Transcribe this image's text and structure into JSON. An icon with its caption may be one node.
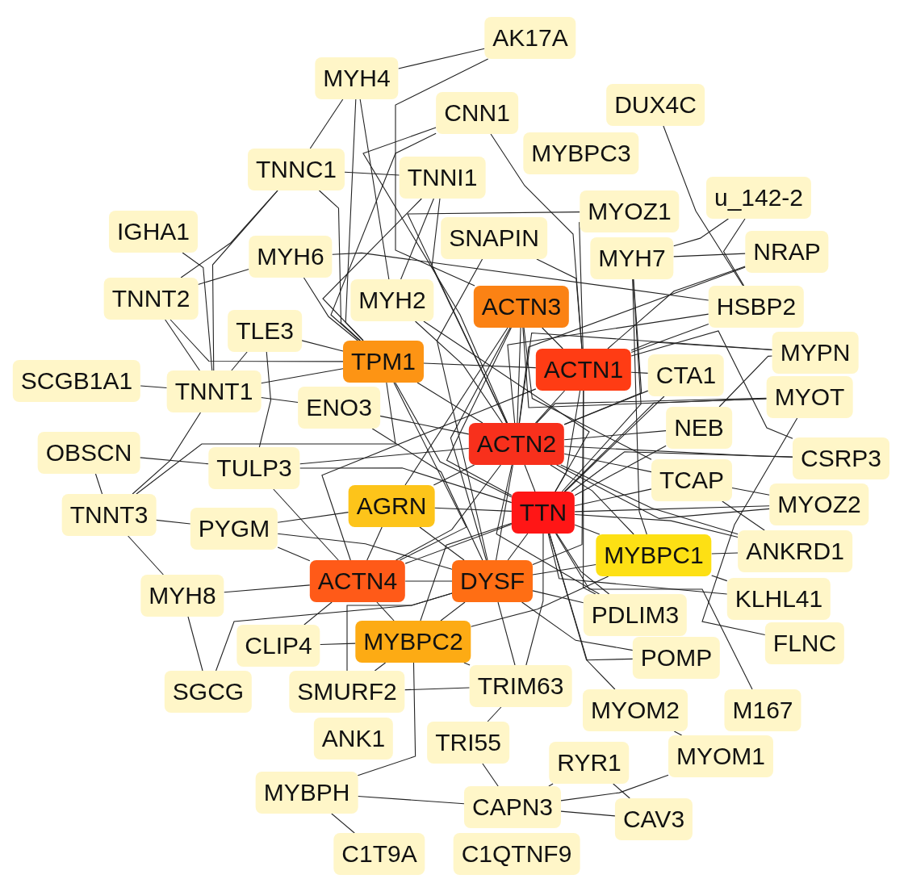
{
  "diagram": {
    "nodes": [
      {
        "text": [
          "AK17A"
        ]
      },
      {
        "text": [
          "MYH4"
        ]
      },
      {
        "text": [
          "DUX4C"
        ]
      },
      {
        "text": [
          "CNN1"
        ]
      },
      {
        "text": [
          "MYBPC3"
        ]
      },
      {
        "text": [
          "TNNC1"
        ]
      },
      {
        "text": [
          "TNNI1"
        ]
      },
      {
        "text": [
          "u_142-2"
        ]
      },
      {
        "text": [
          "IGHA1"
        ]
      },
      {
        "text": [
          "SNAPIN"
        ]
      },
      {
        "text": [
          "MYOZ1"
        ]
      },
      {
        "text": [
          "MYH6"
        ]
      },
      {
        "text": [
          "MYH7"
        ]
      },
      {
        "text": [
          "NRAP"
        ]
      },
      {
        "text": [
          "TNNT2"
        ]
      },
      {
        "text": [
          "MYH2"
        ]
      },
      {
        "text": [
          "ACTN3"
        ]
      },
      {
        "text": [
          "HSBP2"
        ]
      },
      {
        "text": [
          "TLE3"
        ]
      },
      {
        "text": [
          "TPM1"
        ]
      },
      {
        "text": [
          "ACTN1"
        ]
      },
      {
        "text": [
          "CTA1"
        ]
      },
      {
        "text": [
          "MYPN"
        ]
      },
      {
        "text": [
          "SCGB1A1"
        ]
      },
      {
        "text": [
          "MYOT"
        ]
      },
      {
        "text": [
          "TNNT1"
        ]
      },
      {
        "text": [
          "ENO3"
        ]
      },
      {
        "text": [
          "ACTN2"
        ]
      },
      {
        "text": [
          "NEB"
        ]
      },
      {
        "text": [
          "CSRP3"
        ]
      },
      {
        "text": [
          "OBSCN"
        ]
      },
      {
        "text": [
          "TULP3"
        ]
      },
      {
        "text": [
          "TCAP"
        ]
      },
      {
        "text": [
          "AGRN"
        ]
      },
      {
        "text": [
          "TTN"
        ]
      },
      {
        "text": [
          "MYOZ2"
        ]
      },
      {
        "text": [
          "TNNT3"
        ]
      },
      {
        "text": [
          "PYGM"
        ]
      },
      {
        "text": [
          "MYBPC1"
        ]
      },
      {
        "text": [
          "ANKRD1"
        ]
      },
      {
        "text": [
          "ACTN4"
        ]
      },
      {
        "text": [
          "DYSF"
        ]
      },
      {
        "text": [
          "MYH8"
        ]
      },
      {
        "text": [
          "KLHL41"
        ]
      },
      {
        "text": [
          "PDLIM3"
        ]
      },
      {
        "text": [
          "FLNC"
        ]
      },
      {
        "text": [
          "CLIP4"
        ]
      },
      {
        "text": [
          "MYBPC2"
        ]
      },
      {
        "text": [
          "POMP"
        ]
      },
      {
        "text": [
          "TRIM63"
        ]
      },
      {
        "text": [
          "SGCG"
        ]
      },
      {
        "text": [
          "SMURF2"
        ]
      },
      {
        "text": [
          "MYOM2"
        ]
      },
      {
        "text": [
          "M167"
        ]
      },
      {
        "text": [
          "ANK1"
        ]
      },
      {
        "text": [
          "TRI55"
        ]
      },
      {
        "text": [
          "RYR1"
        ]
      },
      {
        "text": [
          "MYOM1"
        ]
      },
      {
        "text": [
          "MYBPH"
        ]
      },
      {
        "text": [
          "CAPN3"
        ]
      },
      {
        "text": [
          "CAV3"
        ]
      },
      {
        "text": [
          "C1T9A"
        ]
      },
      {
        "text": [
          "C1QTNF9"
        ]
      }
    ],
    "edges": [
      {
        "from": 0,
        "to": 1,
        "arrow": "none"
      },
      {
        "from": 0,
        "to": 16,
        "arrow": "none"
      },
      {
        "from": 1,
        "to": 5,
        "arrow": "none"
      },
      {
        "from": 1,
        "to": 15,
        "arrow": "none"
      },
      {
        "from": 1,
        "to": 19,
        "arrow": "none"
      },
      {
        "from": 3,
        "to": 20,
        "arrow": "none"
      },
      {
        "from": 3,
        "to": 19,
        "arrow": "none"
      },
      {
        "from": 3,
        "to": 27,
        "arrow": "none"
      },
      {
        "from": 2,
        "to": 17,
        "arrow": "none"
      },
      {
        "from": 5,
        "to": 14,
        "arrow": "none"
      },
      {
        "from": 5,
        "to": 6,
        "arrow": "none"
      },
      {
        "from": 5,
        "to": 19,
        "arrow": "none"
      },
      {
        "from": 5,
        "to": 25,
        "arrow": "none"
      },
      {
        "from": 6,
        "to": 19,
        "arrow": "none"
      },
      {
        "from": 6,
        "to": 27,
        "arrow": "none"
      },
      {
        "from": 6,
        "to": 15,
        "arrow": "none"
      },
      {
        "from": 7,
        "to": 12,
        "arrow": "none"
      },
      {
        "from": 7,
        "to": 17,
        "arrow": "none"
      },
      {
        "from": 8,
        "to": 25,
        "arrow": "none"
      },
      {
        "from": 9,
        "to": 20,
        "arrow": "none"
      },
      {
        "from": 9,
        "to": 41,
        "arrow": "none"
      },
      {
        "from": 10,
        "to": 27,
        "arrow": "none"
      },
      {
        "from": 10,
        "to": 20,
        "arrow": "none"
      },
      {
        "from": 11,
        "to": 14,
        "arrow": "none"
      },
      {
        "from": 11,
        "to": 19,
        "arrow": "none"
      },
      {
        "from": 11,
        "to": 17,
        "arrow": "none"
      },
      {
        "from": 12,
        "to": 27,
        "arrow": "none"
      },
      {
        "from": 12,
        "to": 34,
        "arrow": "none"
      },
      {
        "from": 12,
        "to": 38,
        "arrow": "none"
      },
      {
        "from": 12,
        "to": 13,
        "arrow": "none"
      },
      {
        "from": 13,
        "to": 20,
        "arrow": "none"
      },
      {
        "from": 13,
        "to": 27,
        "arrow": "none"
      },
      {
        "from": 14,
        "to": 25,
        "arrow": "none"
      },
      {
        "from": 14,
        "to": 19,
        "arrow": "none"
      },
      {
        "from": 15,
        "to": 27,
        "arrow": "none"
      },
      {
        "from": 15,
        "to": 34,
        "arrow": "none"
      },
      {
        "from": 16,
        "to": 27,
        "arrow": "none"
      },
      {
        "from": 16,
        "to": 34,
        "arrow": "none"
      },
      {
        "from": 16,
        "to": 20,
        "arrow": "none"
      },
      {
        "from": 16,
        "to": 24,
        "arrow": "none"
      },
      {
        "from": 16,
        "to": 32,
        "arrow": "none"
      },
      {
        "from": 16,
        "to": 41,
        "arrow": "none"
      },
      {
        "from": 16,
        "to": 33,
        "arrow": "none"
      },
      {
        "from": 17,
        "to": 20,
        "arrow": "none"
      },
      {
        "from": 17,
        "to": 27,
        "arrow": "none"
      },
      {
        "from": 18,
        "to": 25,
        "arrow": "none"
      },
      {
        "from": 18,
        "to": 19,
        "arrow": "none"
      },
      {
        "from": 18,
        "to": 31,
        "arrow": "none"
      },
      {
        "from": 19,
        "to": 25,
        "arrow": "none"
      },
      {
        "from": 19,
        "to": 36,
        "arrow": "none"
      },
      {
        "from": 19,
        "to": 27,
        "arrow": "none"
      },
      {
        "from": 19,
        "to": 20,
        "arrow": "none"
      },
      {
        "from": 19,
        "to": 34,
        "arrow": "none"
      },
      {
        "from": 19,
        "to": 40,
        "arrow": "none"
      },
      {
        "from": 20,
        "to": 27,
        "arrow": "none"
      },
      {
        "from": 20,
        "to": 34,
        "arrow": "none"
      },
      {
        "from": 20,
        "to": 21,
        "arrow": "none"
      },
      {
        "from": 20,
        "to": 22,
        "arrow": "none"
      },
      {
        "from": 20,
        "to": 40,
        "arrow": "none"
      },
      {
        "from": 20,
        "to": 41,
        "arrow": "none"
      },
      {
        "from": 20,
        "to": 44,
        "arrow": "none"
      },
      {
        "from": 20,
        "to": 29,
        "arrow": "none"
      },
      {
        "from": 21,
        "to": 27,
        "arrow": "none"
      },
      {
        "from": 21,
        "to": 34,
        "arrow": "none"
      },
      {
        "from": 22,
        "to": 27,
        "arrow": "none"
      },
      {
        "from": 22,
        "to": 28,
        "arrow": "none"
      },
      {
        "from": 23,
        "to": 25,
        "arrow": "none"
      },
      {
        "from": 24,
        "to": 34,
        "arrow": "none"
      },
      {
        "from": 24,
        "to": 27,
        "arrow": "none"
      },
      {
        "from": 24,
        "to": 45,
        "arrow": "none"
      },
      {
        "from": 25,
        "to": 36,
        "arrow": "none"
      },
      {
        "from": 25,
        "to": 26,
        "arrow": "none"
      },
      {
        "from": 26,
        "to": 27,
        "arrow": "none"
      },
      {
        "from": 26,
        "to": 41,
        "arrow": "none"
      },
      {
        "from": 27,
        "to": 34,
        "arrow": "none"
      },
      {
        "from": 27,
        "to": 28,
        "arrow": "none"
      },
      {
        "from": 27,
        "to": 32,
        "arrow": "none"
      },
      {
        "from": 27,
        "to": 33,
        "arrow": "none"
      },
      {
        "from": 27,
        "to": 40,
        "arrow": "none"
      },
      {
        "from": 27,
        "to": 41,
        "arrow": "none"
      },
      {
        "from": 27,
        "to": 38,
        "arrow": "none"
      },
      {
        "from": 27,
        "to": 29,
        "arrow": "none"
      },
      {
        "from": 27,
        "to": 35,
        "arrow": "none"
      },
      {
        "from": 27,
        "to": 39,
        "arrow": "none"
      },
      {
        "from": 27,
        "to": 44,
        "arrow": "none"
      },
      {
        "from": 27,
        "to": 31,
        "arrow": "none"
      },
      {
        "from": 28,
        "to": 34,
        "arrow": "none"
      },
      {
        "from": 29,
        "to": 34,
        "arrow": "none"
      },
      {
        "from": 30,
        "to": 31,
        "arrow": "none"
      },
      {
        "from": 30,
        "to": 36,
        "arrow": "none"
      },
      {
        "from": 31,
        "to": 34,
        "arrow": "none"
      },
      {
        "from": 31,
        "to": 40,
        "arrow": "none"
      },
      {
        "from": 32,
        "to": 34,
        "arrow": "none"
      },
      {
        "from": 32,
        "to": 35,
        "arrow": "none"
      },
      {
        "from": 32,
        "to": 39,
        "arrow": "none"
      },
      {
        "from": 33,
        "to": 34,
        "arrow": "none"
      },
      {
        "from": 33,
        "to": 41,
        "arrow": "none"
      },
      {
        "from": 33,
        "to": 40,
        "arrow": "none"
      },
      {
        "from": 33,
        "to": 37,
        "arrow": "none"
      },
      {
        "from": 34,
        "to": 35,
        "arrow": "none"
      },
      {
        "from": 34,
        "to": 38,
        "arrow": "none"
      },
      {
        "from": 34,
        "to": 39,
        "arrow": "none"
      },
      {
        "from": 34,
        "to": 40,
        "arrow": "none"
      },
      {
        "from": 34,
        "to": 41,
        "arrow": "none"
      },
      {
        "from": 34,
        "to": 43,
        "arrow": "none"
      },
      {
        "from": 34,
        "to": 44,
        "arrow": "none"
      },
      {
        "from": 34,
        "to": 47,
        "arrow": "none"
      },
      {
        "from": 34,
        "to": 48,
        "arrow": "none"
      },
      {
        "from": 34,
        "to": 49,
        "arrow": "none"
      },
      {
        "from": 34,
        "to": 52,
        "arrow": "none"
      },
      {
        "from": 34,
        "to": 53,
        "arrow": "none"
      },
      {
        "from": 36,
        "to": 37,
        "arrow": "none"
      },
      {
        "from": 36,
        "to": 42,
        "arrow": "none"
      },
      {
        "from": 37,
        "to": 40,
        "arrow": "none"
      },
      {
        "from": 37,
        "to": 41,
        "arrow": "none"
      },
      {
        "from": 38,
        "to": 47,
        "arrow": "none"
      },
      {
        "from": 38,
        "to": 41,
        "arrow": "none"
      },
      {
        "from": 38,
        "to": 39,
        "arrow": "none"
      },
      {
        "from": 40,
        "to": 41,
        "arrow": "none"
      },
      {
        "from": 40,
        "to": 47,
        "arrow": "none"
      },
      {
        "from": 40,
        "to": 46,
        "arrow": "none"
      },
      {
        "from": 40,
        "to": 42,
        "arrow": "none"
      },
      {
        "from": 41,
        "to": 47,
        "arrow": "none"
      },
      {
        "from": 41,
        "to": 49,
        "arrow": "none"
      },
      {
        "from": 41,
        "to": 51,
        "arrow": "none"
      },
      {
        "from": 41,
        "to": 44,
        "arrow": "none"
      },
      {
        "from": 41,
        "to": 48,
        "arrow": "none"
      },
      {
        "from": 42,
        "to": 50,
        "arrow": "none"
      },
      {
        "from": 43,
        "to": 38,
        "arrow": "none"
      },
      {
        "from": 46,
        "to": 47,
        "arrow": "none"
      },
      {
        "from": 47,
        "to": 49,
        "arrow": "none"
      },
      {
        "from": 47,
        "to": 51,
        "arrow": "none"
      },
      {
        "from": 50,
        "to": 41,
        "arrow": "none"
      },
      {
        "from": 51,
        "to": 49,
        "arrow": "none"
      },
      {
        "from": 52,
        "to": 57,
        "arrow": "none"
      },
      {
        "from": 55,
        "to": 49,
        "arrow": "none"
      },
      {
        "from": 55,
        "to": 59,
        "arrow": "none"
      },
      {
        "from": 56,
        "to": 59,
        "arrow": "none"
      },
      {
        "from": 56,
        "to": 60,
        "arrow": "none"
      },
      {
        "from": 57,
        "to": 59,
        "arrow": "none"
      },
      {
        "from": 58,
        "to": 59,
        "arrow": "none"
      },
      {
        "from": 58,
        "to": 47,
        "arrow": "none"
      },
      {
        "from": 60,
        "to": 59,
        "arrow": "none"
      },
      {
        "from": 61,
        "to": 58,
        "arrow": "none"
      }
    ]
  }
}
